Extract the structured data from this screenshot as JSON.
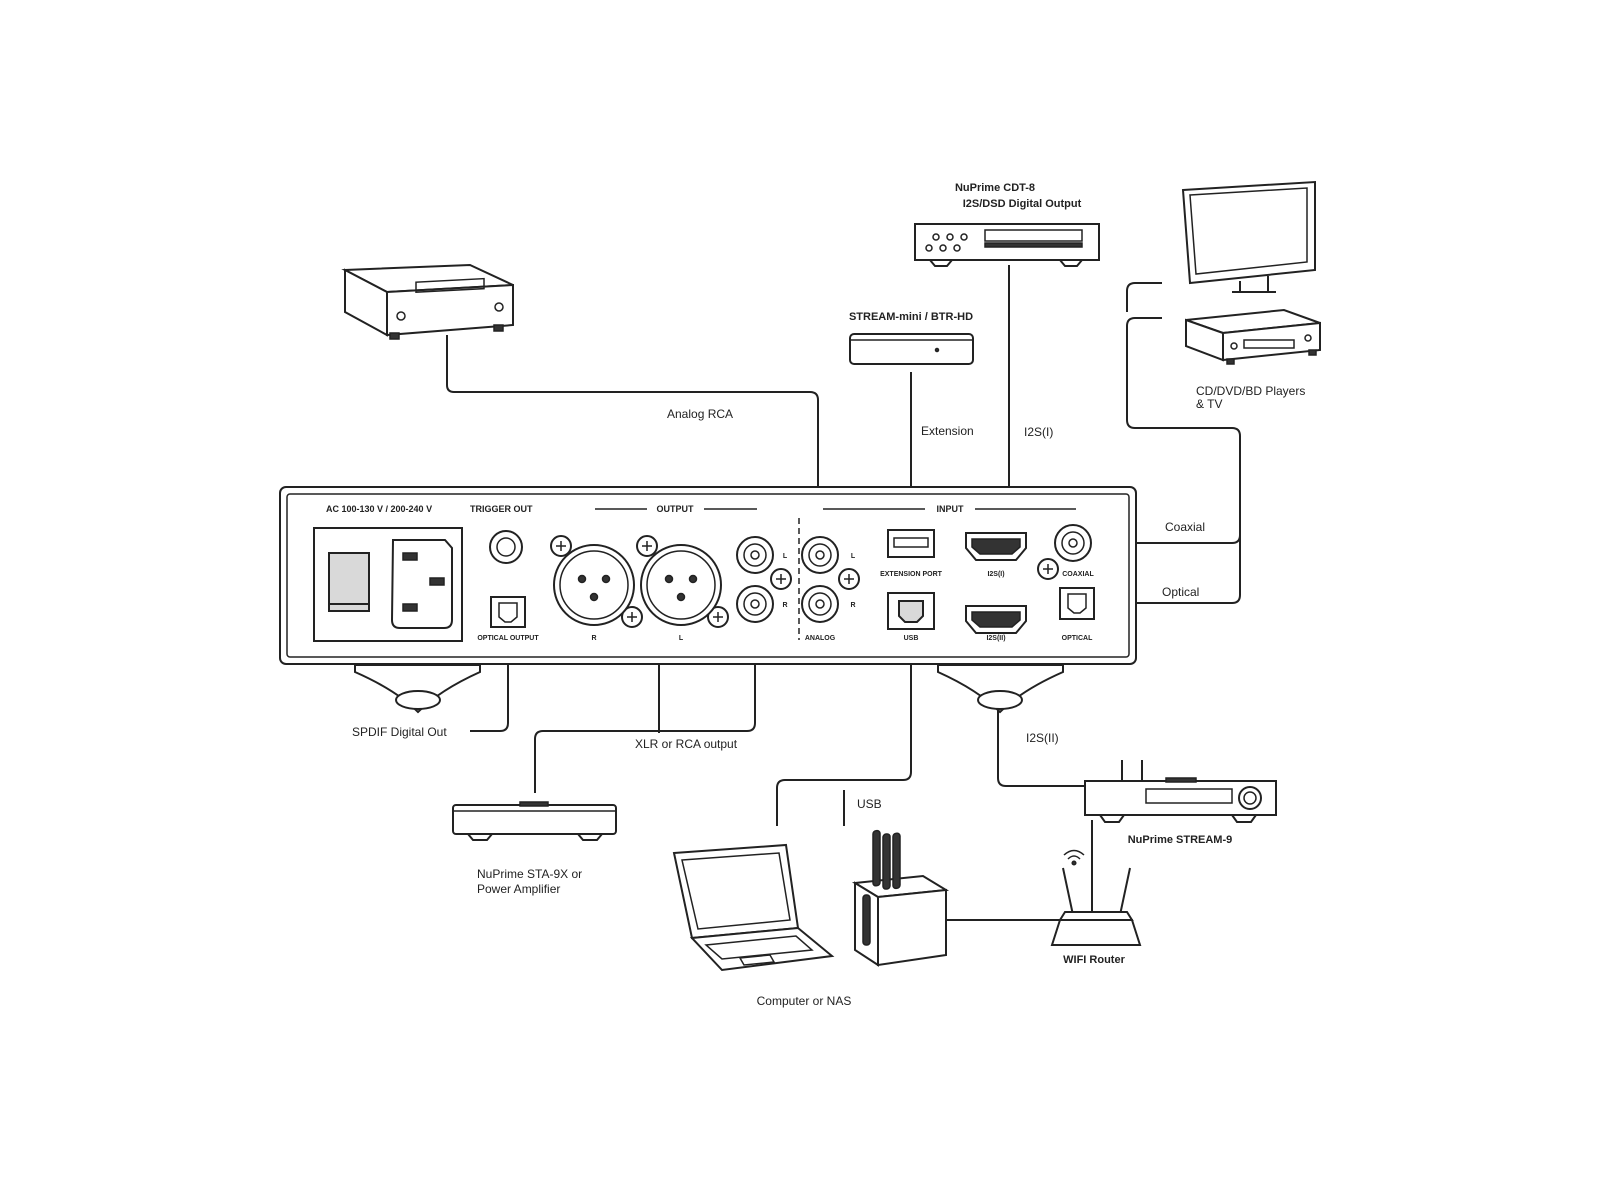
{
  "panel": {
    "power_label": "AC 100-130 V / 200-240 V",
    "trigger_label": "TRIGGER OUT",
    "output_label": "OUTPUT",
    "input_label": "INPUT",
    "optical_output_label": "OPTICAL OUTPUT",
    "xlr_r": "R",
    "xlr_l": "L",
    "rca_out_l": "L",
    "rca_out_r": "R",
    "analog_in_l": "L",
    "analog_in_r": "R",
    "analog_label": "ANALOG",
    "extension_port_label": "EXTENSION PORT",
    "usb_label": "USB",
    "i2s1_label": "I2S(I)",
    "i2s2_label": "I2S(II)",
    "coaxial_label": "COAXIAL",
    "optical_label": "OPTICAL"
  },
  "connections": {
    "analog_rca": "Analog RCA",
    "extension": "Extension",
    "i2s1": "I2S(I)",
    "coaxial": "Coaxial",
    "optical": "Optical",
    "spdif": "SPDIF Digital Out",
    "xlr_rca_output": "XLR or RCA output",
    "usb": "USB",
    "i2s2": "I2S(II)"
  },
  "devices": {
    "cdt8_line1": "NuPrime CDT-8",
    "cdt8_line2": "I2S/DSD Digital Output",
    "stream_mini": "STREAM-mini / BTR-HD",
    "players_line1": "CD/DVD/BD Players",
    "players_line2": "& TV",
    "sta9x_line1": "NuPrime STA-9X or",
    "sta9x_line2": "Power Amplifier",
    "stream9": "NuPrime STREAM-9",
    "computer_nas": "Computer or NAS",
    "wifi_router": "WIFI Router"
  }
}
